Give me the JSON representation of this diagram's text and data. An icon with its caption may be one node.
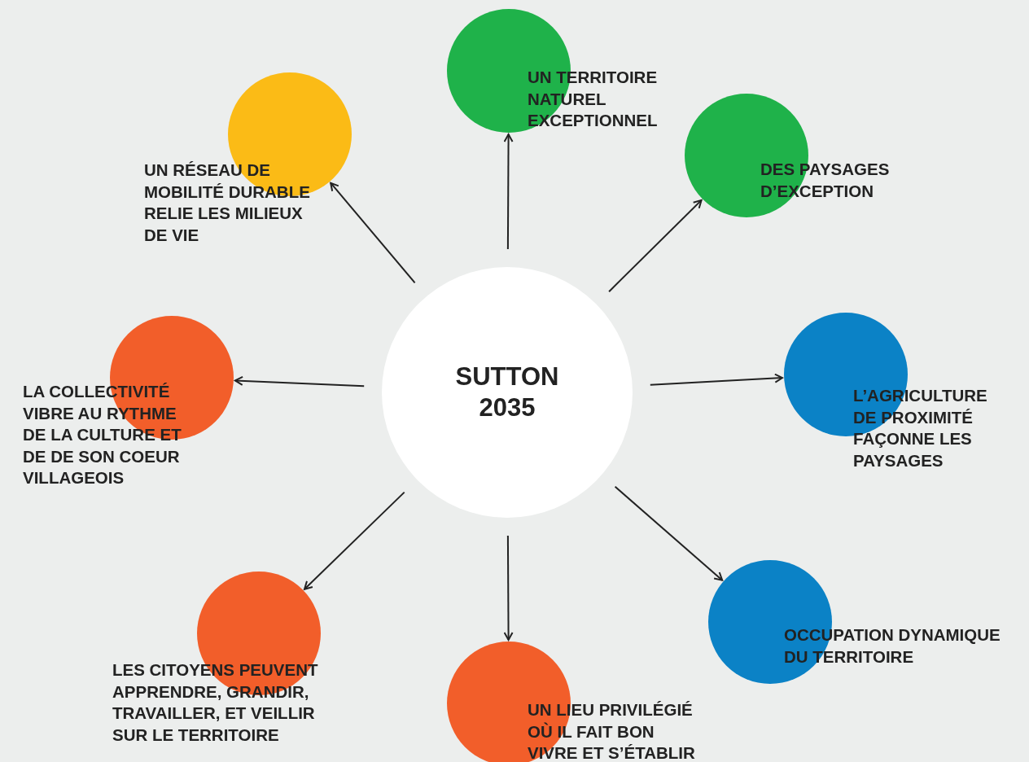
{
  "diagram": {
    "nodes": [
      {
        "text": [
          "SUTTON 2035"
        ]
      },
      {
        "text": [
          "UN RÉSEAU DE MOBILITÉ DURABLE RELIE LES MILIEUX DE VIE"
        ]
      },
      {
        "text": [
          "UN TERRITOIRE NATUREL EXCEPTIONNEL"
        ]
      },
      {
        "text": [
          "DES PAYSAGES D’EXCEPTION"
        ]
      },
      {
        "text": [
          "LA COLLECTIVITÉ VIBRE AU RYTHME DE LA CULTURE ET DE DE SON COEUR VILLAGEOIS"
        ]
      },
      {
        "text": [
          "L’AGRICULTURE DE PROXIMITÉ FAÇONNE LES PAYSAGES"
        ]
      },
      {
        "text": [
          "LES CITOYENS PEUVENT APPRENDRE, GRANDIR, TRAVAILLER, ET VEILLIR SUR LE TERRITOIRE"
        ]
      },
      {
        "text": [
          "UN LIEU PRIVILÉGIÉ OÙ IL FAIT BON VIVRE ET S’ÉTABLIR"
        ]
      },
      {
        "text": [
          "OCCUPATION DYNAMIQUE DU TERRITOIRE"
        ]
      }
    ],
    "edges": [
      {
        "from": 0,
        "to": 1,
        "arrow": "to"
      },
      {
        "from": 0,
        "to": 2,
        "arrow": "to"
      },
      {
        "from": 0,
        "to": 3,
        "arrow": "to"
      },
      {
        "from": 0,
        "to": 4,
        "arrow": "to"
      },
      {
        "from": 0,
        "to": 5,
        "arrow": "to"
      },
      {
        "from": 0,
        "to": 6,
        "arrow": "to"
      },
      {
        "from": 0,
        "to": 7,
        "arrow": "to"
      },
      {
        "from": 0,
        "to": 8,
        "arrow": "to"
      }
    ]
  }
}
